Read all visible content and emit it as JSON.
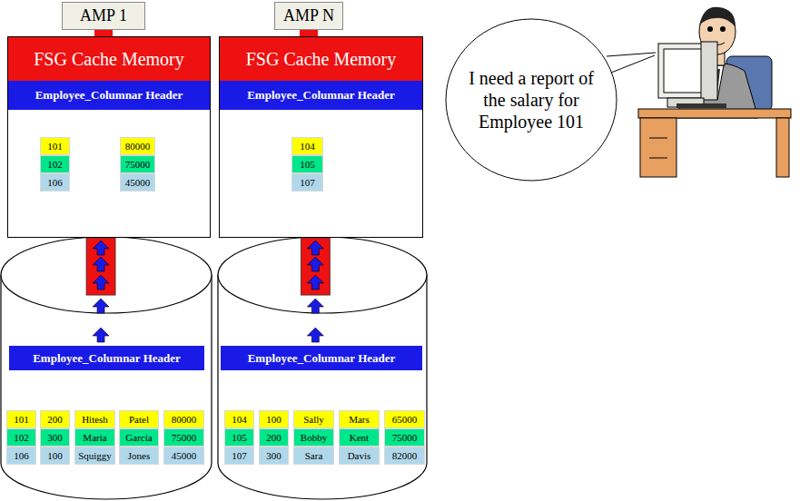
{
  "diagram": {
    "nodes": [
      {
        "text": [
          "AMP 1"
        ]
      },
      {
        "text": [
          "FSG Cache Memory"
        ]
      },
      {
        "text": [
          "Employee_Columnar Header"
        ],
        "in": 1
      },
      {
        "text": [
          "101"
        ],
        "in": 1
      },
      {
        "text": [
          "102"
        ],
        "in": 1
      },
      {
        "text": [
          "106"
        ],
        "in": 1
      },
      {
        "text": [
          "80000"
        ],
        "in": 1
      },
      {
        "text": [
          "75000"
        ],
        "in": 1
      },
      {
        "text": [
          "45000"
        ],
        "in": 1
      },
      {
        "text": [
          "AMP N"
        ]
      },
      {
        "text": [
          "FSG Cache Memory"
        ]
      },
      {
        "text": [
          "Employee_Columnar Header"
        ],
        "in": 10
      },
      {
        "text": [
          "104"
        ],
        "in": 10
      },
      {
        "text": [
          "105"
        ],
        "in": 10
      },
      {
        "text": [
          "107"
        ],
        "in": 10
      },
      {
        "text": [
          "I need a report of the salary for Employee 101"
        ]
      },
      {
        "text": [
          "Employee_Columnar Header"
        ]
      },
      {
        "text": [
          "101"
        ]
      },
      {
        "text": [
          "102"
        ]
      },
      {
        "text": [
          "106"
        ]
      },
      {
        "text": [
          "200"
        ]
      },
      {
        "text": [
          "300"
        ]
      },
      {
        "text": [
          "100"
        ]
      },
      {
        "text": [
          "Hitesh"
        ]
      },
      {
        "text": [
          "Maria"
        ]
      },
      {
        "text": [
          "Squiggy"
        ]
      },
      {
        "text": [
          "Patel"
        ]
      },
      {
        "text": [
          "Garcia"
        ]
      },
      {
        "text": [
          "Jones"
        ]
      },
      {
        "text": [
          "80000"
        ]
      },
      {
        "text": [
          "75000"
        ]
      },
      {
        "text": [
          "45000"
        ]
      },
      {
        "text": [
          "Employee_Columnar Header"
        ]
      },
      {
        "text": [
          "104"
        ]
      },
      {
        "text": [
          "105"
        ]
      },
      {
        "text": [
          "107"
        ]
      },
      {
        "text": [
          "100"
        ]
      },
      {
        "text": [
          "200"
        ]
      },
      {
        "text": [
          "300"
        ]
      },
      {
        "text": [
          "Sally"
        ]
      },
      {
        "text": [
          "Bobby"
        ]
      },
      {
        "text": [
          "Sara"
        ]
      },
      {
        "text": [
          "Mars"
        ]
      },
      {
        "text": [
          "Kent"
        ]
      },
      {
        "text": [
          "Davis"
        ]
      },
      {
        "text": [
          "65000"
        ]
      },
      {
        "text": [
          "75000"
        ]
      },
      {
        "text": [
          "82000"
        ]
      }
    ],
    "edges": [
      {
        "from": 0,
        "to": 1,
        "arrow": "none"
      },
      {
        "from": 9,
        "to": 10,
        "arrow": "none"
      },
      {
        "from": 16,
        "to": 1,
        "arrow": "to"
      },
      {
        "from": 32,
        "to": 10,
        "arrow": "to"
      }
    ]
  }
}
